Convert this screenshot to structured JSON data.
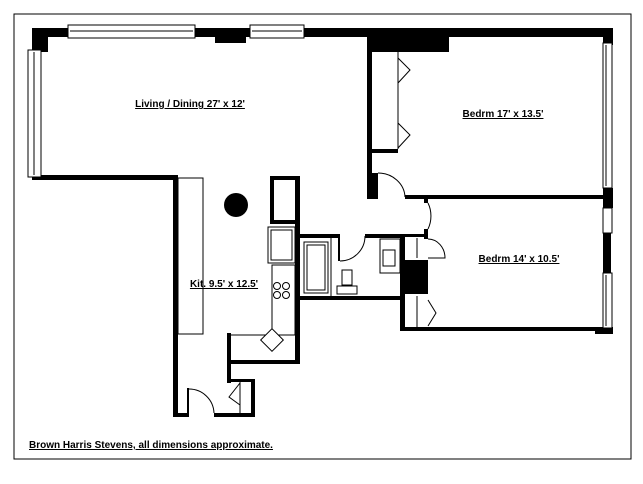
{
  "floorplan": {
    "rooms": {
      "living_dining": "Living / Dining 27' x 12'",
      "bedroom_1": "Bedrm 17' x 13.5'",
      "bedroom_2": "Bedrm 14' x 10.5'",
      "kitchen": "Kit. 9.5' x 12.5'"
    },
    "footer": "Brown Harris Stevens, all dimensions approximate."
  }
}
